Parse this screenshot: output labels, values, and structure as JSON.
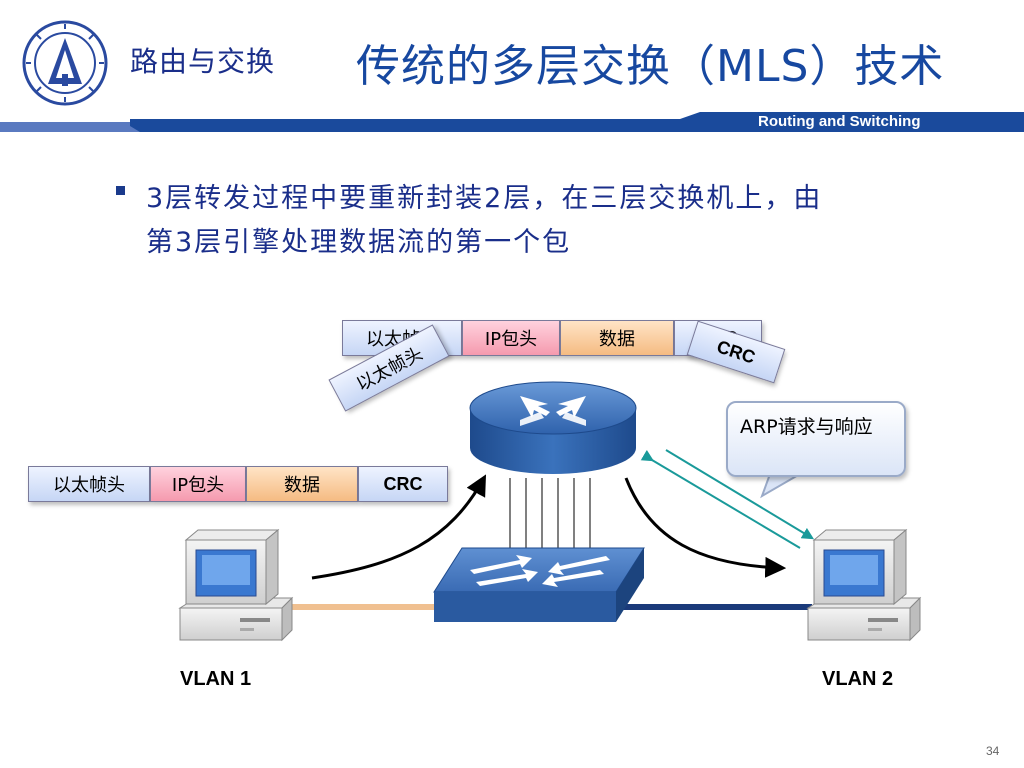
{
  "header": {
    "course_title": "路由与交换",
    "slide_title": "传统的多层交换（MLS）技术",
    "subtitle_en": "Routing and Switching",
    "bar_color": "#1a4a9c"
  },
  "bullet": {
    "line1": "3层转发过程中要重新封装2层，在三层交换机上，由",
    "line2": "第3层引擎处理数据流的第一个包"
  },
  "diagram": {
    "top_frame": {
      "cells": [
        "以太帧头",
        "IP包头",
        "数据",
        "CRC"
      ]
    },
    "floating_cells": [
      "以太帧头",
      "CRC"
    ],
    "bottom_frame": {
      "cells": [
        "以太帧头",
        "IP包头",
        "数据",
        "CRC"
      ]
    },
    "callout": "ARP请求与响应",
    "labels": {
      "vlan1": "VLAN 1",
      "vlan2": "VLAN 2"
    },
    "icons": [
      "router-icon",
      "switch-icon",
      "computer-icon",
      "computer-icon"
    ]
  },
  "colors": {
    "title_blue": "#1748a0",
    "router_blue": "#3a6fb4",
    "link_orange": "#f0c090",
    "link_navy": "#1a3a7a",
    "arp_teal": "#1a9a9a"
  },
  "page_number": "34"
}
